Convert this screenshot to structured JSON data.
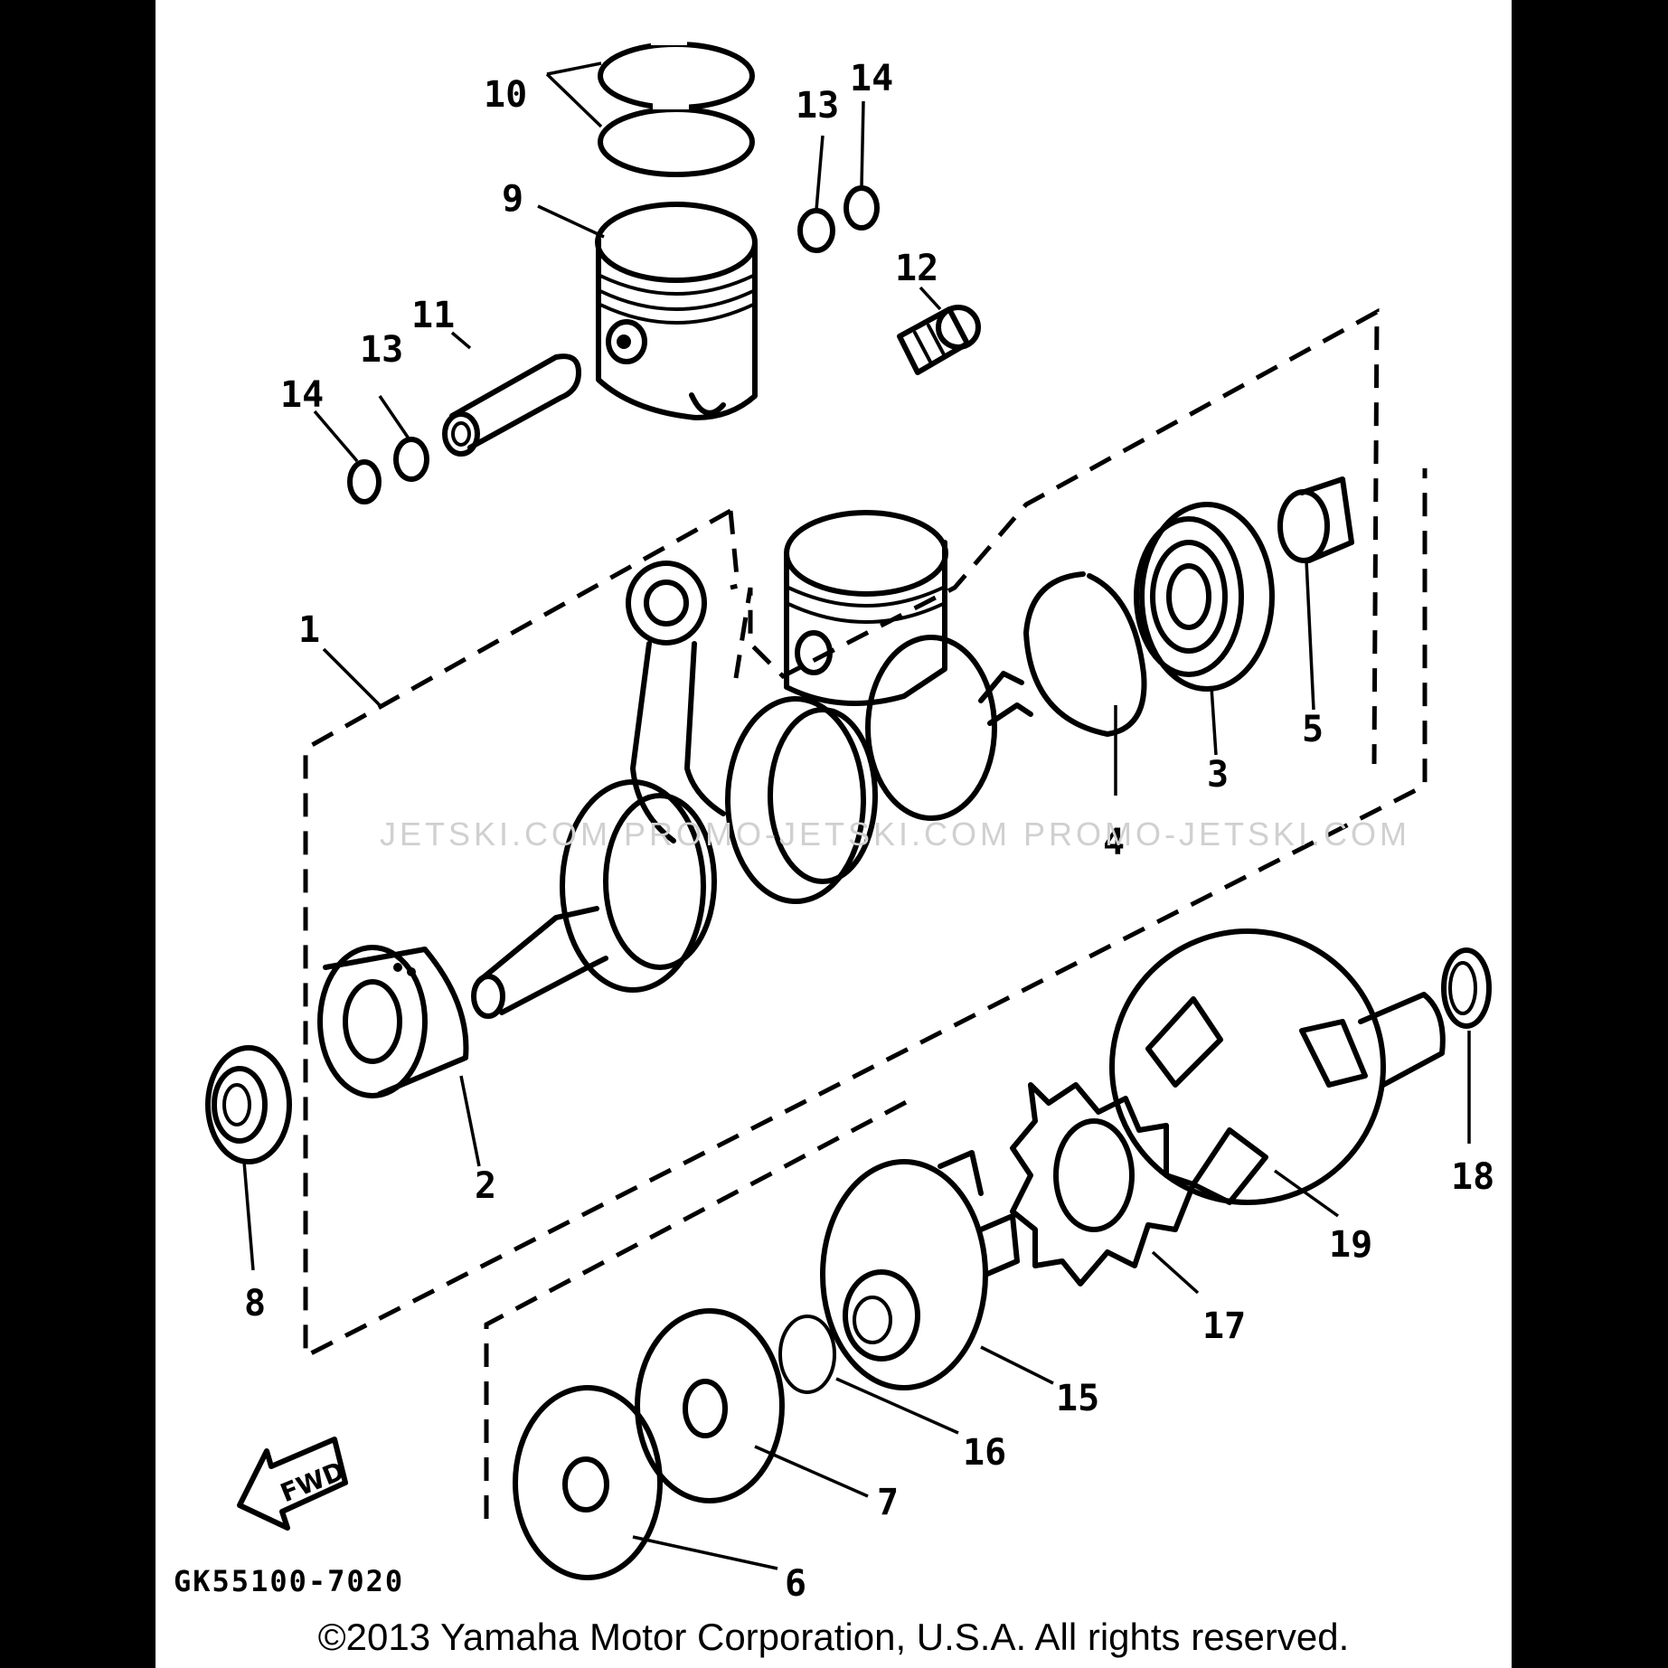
{
  "diagram": {
    "code": "GK55100-7020",
    "copyright": "©2013 Yamaha Motor Corporation, U.S.A. All rights reserved.",
    "watermark": "JETSKI.COM   PROMO-JETSKI.COM   PROMO-JETSKI.COM",
    "fwd_label": "FWD",
    "colors": {
      "sheet": "#ffffff",
      "ink": "#000000",
      "border": "#000000",
      "watermark": "#d0d0d0"
    }
  },
  "callouts": [
    {
      "id": "1",
      "label": "1"
    },
    {
      "id": "2",
      "label": "2"
    },
    {
      "id": "3",
      "label": "3"
    },
    {
      "id": "4",
      "label": "4"
    },
    {
      "id": "5",
      "label": "5"
    },
    {
      "id": "6",
      "label": "6"
    },
    {
      "id": "7",
      "label": "7"
    },
    {
      "id": "8",
      "label": "8"
    },
    {
      "id": "9",
      "label": "9"
    },
    {
      "id": "10",
      "label": "10"
    },
    {
      "id": "11",
      "label": "11"
    },
    {
      "id": "12",
      "label": "12"
    },
    {
      "id": "13a",
      "label": "13"
    },
    {
      "id": "13b",
      "label": "13"
    },
    {
      "id": "14a",
      "label": "14"
    },
    {
      "id": "14b",
      "label": "14"
    },
    {
      "id": "15",
      "label": "15"
    },
    {
      "id": "16",
      "label": "16"
    },
    {
      "id": "17",
      "label": "17"
    },
    {
      "id": "18",
      "label": "18"
    },
    {
      "id": "19",
      "label": "19"
    }
  ]
}
